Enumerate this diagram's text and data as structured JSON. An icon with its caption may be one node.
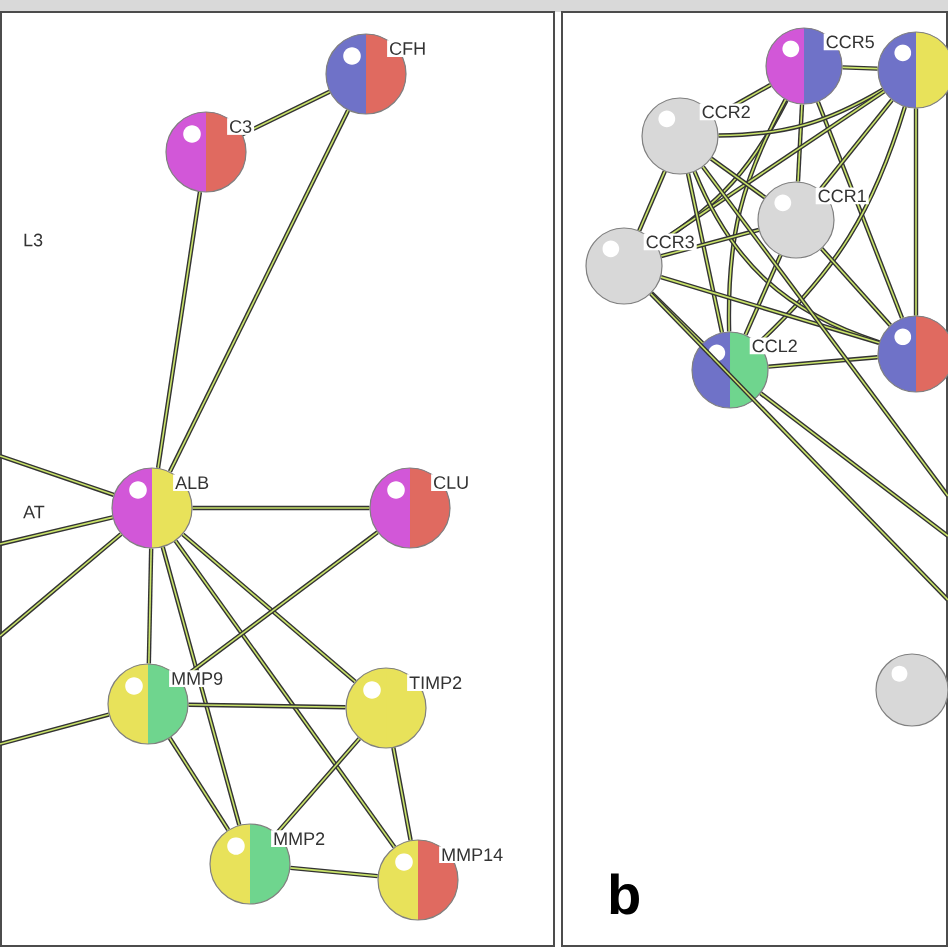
{
  "diagram": {
    "nodes": [
      {
        "text": [
          "CFH"
        ]
      },
      {
        "text": [
          "C3"
        ]
      },
      {
        "text": [
          "ALB"
        ]
      },
      {
        "text": [
          "CLU"
        ]
      },
      {
        "text": [
          "MMP9"
        ]
      },
      {
        "text": [
          "TIMP2"
        ]
      },
      {
        "text": [
          "MMP2"
        ]
      },
      {
        "text": [
          "MMP14"
        ]
      },
      {
        "text": [
          "CCR5"
        ]
      },
      {
        "text": [],
        "shape": "circle"
      },
      {
        "text": [
          "CCR2"
        ]
      },
      {
        "text": [
          "CCR1"
        ]
      },
      {
        "text": [
          "CCR3"
        ]
      },
      {
        "text": [
          "CCL2"
        ]
      },
      {
        "text": [],
        "shape": "circle"
      },
      {
        "text": [],
        "shape": "circle"
      }
    ],
    "edges": [
      {
        "from": 1,
        "to": 0,
        "arrow": "none"
      },
      {
        "from": 1,
        "to": 2,
        "arrow": "none"
      },
      {
        "from": 0,
        "to": 2,
        "arrow": "none"
      },
      {
        "from": 2,
        "to": 3,
        "arrow": "none"
      },
      {
        "from": 2,
        "to": 4,
        "arrow": "none"
      },
      {
        "from": 2,
        "to": 6,
        "arrow": "none"
      },
      {
        "from": 2,
        "to": 7,
        "arrow": "none"
      },
      {
        "from": 2,
        "to": 5,
        "arrow": "none"
      },
      {
        "from": 3,
        "to": 4,
        "arrow": "none"
      },
      {
        "from": 4,
        "to": 5,
        "arrow": "none"
      },
      {
        "from": 4,
        "to": 6,
        "arrow": "none"
      },
      {
        "from": 5,
        "to": 6,
        "arrow": "none"
      },
      {
        "from": 5,
        "to": 7,
        "arrow": "none"
      },
      {
        "from": 6,
        "to": 7,
        "arrow": "none"
      },
      {
        "from": 2,
        "to": null,
        "arrow": "none"
      },
      {
        "from": 2,
        "to": null,
        "arrow": "none"
      },
      {
        "from": 2,
        "to": null,
        "arrow": "none"
      },
      {
        "from": 4,
        "to": null,
        "arrow": "none"
      },
      {
        "from": 8,
        "to": 9,
        "arrow": "none"
      },
      {
        "from": 8,
        "to": 10,
        "arrow": "none"
      },
      {
        "from": 8,
        "to": 11,
        "arrow": "none"
      },
      {
        "from": 8,
        "to": 12,
        "arrow": "none"
      },
      {
        "from": 8,
        "to": 13,
        "arrow": "none"
      },
      {
        "from": 8,
        "to": 14,
        "arrow": "none"
      },
      {
        "from": 9,
        "to": 10,
        "arrow": "none"
      },
      {
        "from": 9,
        "to": 11,
        "arrow": "none"
      },
      {
        "from": 9,
        "to": 12,
        "arrow": "none"
      },
      {
        "from": 9,
        "to": 13,
        "arrow": "none"
      },
      {
        "from": 9,
        "to": 14,
        "arrow": "none"
      },
      {
        "from": 10,
        "to": 11,
        "arrow": "none"
      },
      {
        "from": 10,
        "to": 12,
        "arrow": "none"
      },
      {
        "from": 10,
        "to": 13,
        "arrow": "none"
      },
      {
        "from": 10,
        "to": 14,
        "arrow": "none"
      },
      {
        "from": 11,
        "to": 12,
        "arrow": "none"
      },
      {
        "from": 11,
        "to": 13,
        "arrow": "none"
      },
      {
        "from": 11,
        "to": 14,
        "arrow": "none"
      },
      {
        "from": 12,
        "to": 13,
        "arrow": "none"
      },
      {
        "from": 12,
        "to": 14,
        "arrow": "none"
      },
      {
        "from": 13,
        "to": 14,
        "arrow": "none"
      },
      {
        "from": 13,
        "to": null,
        "arrow": "none"
      },
      {
        "from": 10,
        "to": null,
        "arrow": "none"
      },
      {
        "from": 12,
        "to": null,
        "arrow": "none"
      }
    ],
    "labels": [
      "L3",
      "AT",
      "b"
    ]
  }
}
